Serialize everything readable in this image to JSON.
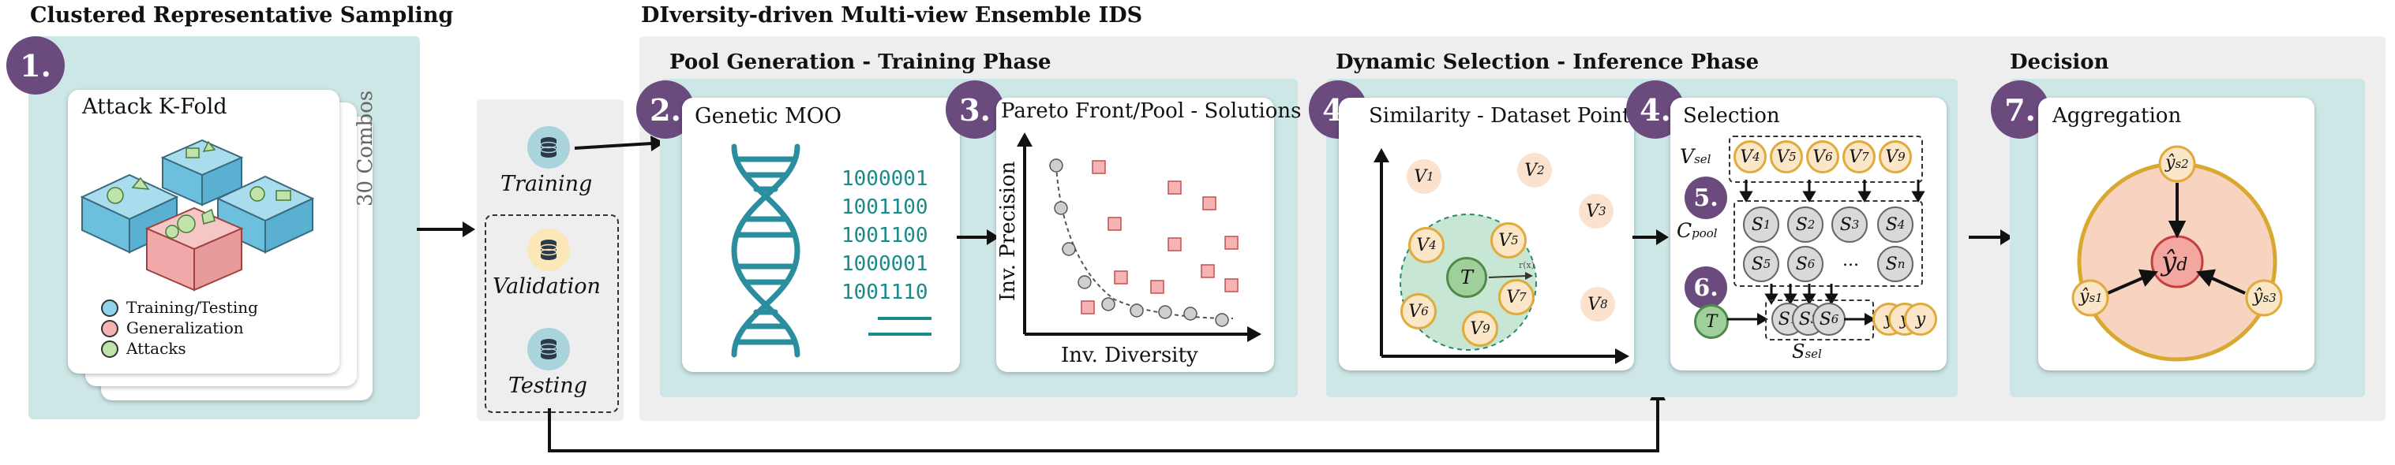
{
  "sections": {
    "crs": "Clustered Representative Sampling",
    "ids": "DIversity-driven Multi-view Ensemble IDS",
    "pool": "Pool Generation - Training Phase",
    "dynamic": "Dynamic Selection - Inference Phase",
    "decision": "Decision"
  },
  "badges": [
    "1.",
    "2.",
    "3.",
    "4.",
    "4.",
    "5.",
    "6.",
    "7."
  ],
  "kfold": {
    "title": "Attack K-Fold",
    "combos": "30 Combos",
    "legend": [
      "Training/Testing",
      "Generalization",
      "Attacks"
    ]
  },
  "datasets": [
    "Training",
    "Validation",
    "Testing"
  ],
  "cards": {
    "genetic": "Genetic MOO",
    "pareto": "Pareto Front/Pool - Solutions",
    "similarity": "Similarity - Dataset Points",
    "selection": "Selection",
    "aggregation": "Aggregation"
  },
  "binary": [
    "1000001",
    "1001100",
    "1001100",
    "1000001",
    "1001110"
  ],
  "pareto_axes": {
    "y": "Inv. Precision",
    "x": "Inv. Diversity"
  },
  "colors": {
    "badge": "#6b4a7e",
    "teal_panel": "#cde6e6",
    "gray_panel": "#eeeeee",
    "dna": "#2a8e9e",
    "mono": "#1a8a8a"
  },
  "icons": [
    "dna-icon",
    "database-icon",
    "arrow-right-icon"
  ]
}
